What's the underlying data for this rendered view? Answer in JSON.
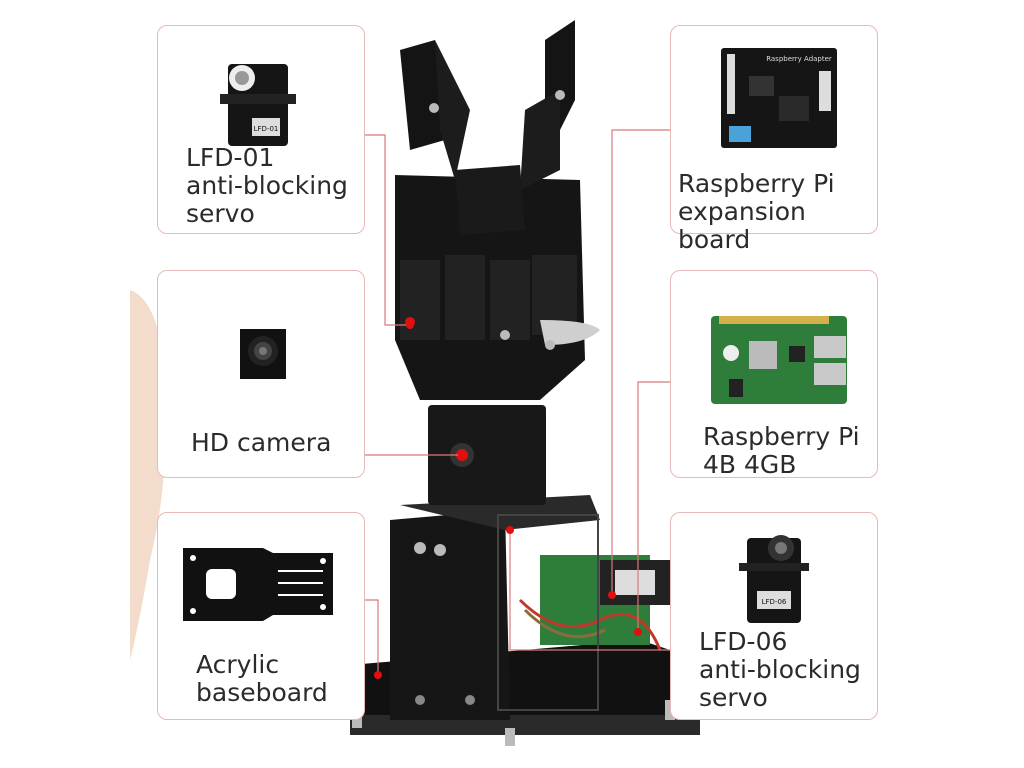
{
  "callouts": {
    "servo_lfd01": {
      "label": "LFD-01\nanti-blocking\nservo",
      "icon": "servo-icon"
    },
    "hd_camera": {
      "label": "HD camera",
      "icon": "camera-module-icon"
    },
    "acrylic_baseboard": {
      "label": "Acrylic\nbaseboard",
      "icon": "baseboard-plate-icon"
    },
    "expansion_board": {
      "label": "Raspberry Pi\nexpansion board",
      "icon": "expansion-board-icon"
    },
    "raspberry_pi": {
      "label": "Raspberry Pi\n4B 4GB",
      "icon": "raspberry-pi-board-icon"
    },
    "servo_lfd06": {
      "label": "LFD-06\nanti-blocking\nservo",
      "icon": "servo-icon"
    }
  },
  "printed_text": {
    "servo_lfd01_sticker": "LFD-01",
    "servo_lfd06_sticker": "LFD-06",
    "expansion_board_silkscreen": "Raspberry Adapter"
  },
  "colors": {
    "card_border": "#e7b9b9",
    "leader_line": "#d77a7a",
    "leader_dot": "#e01010",
    "robot_black": "#141414",
    "pcb_green": "#2e7d3a",
    "label_text": "#2b2b2b"
  }
}
